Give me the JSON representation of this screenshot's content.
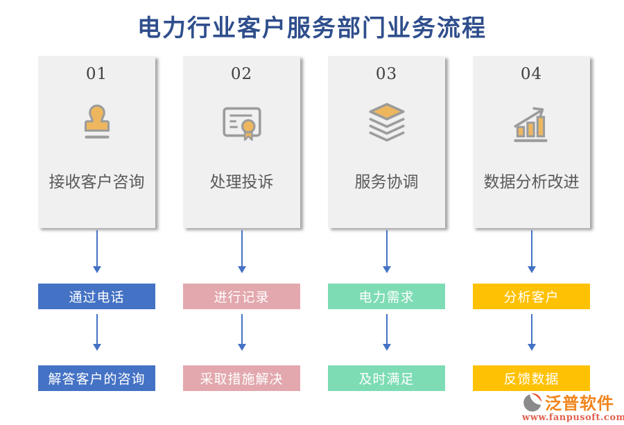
{
  "title": "电力行业客户服务部门业务流程",
  "columns": [
    {
      "number": "01",
      "icon": "stamp-icon",
      "label": "接收客户咨询",
      "color": "#4472c4",
      "step1": "通过电话",
      "step2": "解答客户的咨询"
    },
    {
      "number": "02",
      "icon": "certificate-icon",
      "label": "处理投诉",
      "color": "#e2a8ad",
      "step1": "进行记录",
      "step2": "采取措施解决"
    },
    {
      "number": "03",
      "icon": "layers-icon",
      "label": "服务协调",
      "color": "#7edcb4",
      "step1": "电力需求",
      "step2": "及时满足"
    },
    {
      "number": "04",
      "icon": "bar-chart-icon",
      "label": "数据分析改进",
      "color": "#ffc103",
      "step1": "分析客户",
      "step2": "反馈数据"
    }
  ],
  "footer": {
    "brand": "泛普软件",
    "url": "www.fanpusoft.com"
  },
  "colors": {
    "title": "#2f4e8c",
    "arrow": "#4472c4",
    "card_bg": "#f0f0f0",
    "card_number": "#3f3f3f",
    "card_label": "#595959",
    "icon_orange": "#eeb75e",
    "icon_gray": "#9c9c9c",
    "box_text": "#ffffff",
    "brand": "#f0851c",
    "brand_url": "#e0604e"
  }
}
